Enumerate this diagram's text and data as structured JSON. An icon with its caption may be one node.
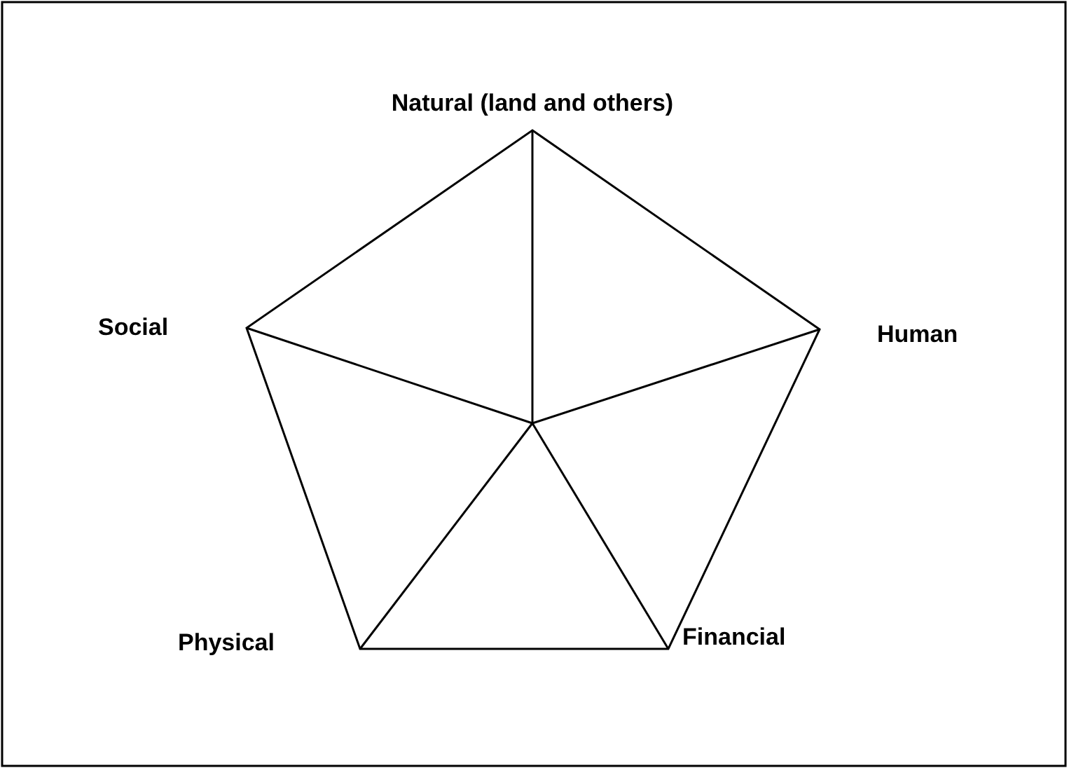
{
  "diagram": {
    "labels": [
      "Natural (land and others)",
      "Social",
      "Human",
      "Physical",
      "Financial"
    ]
  }
}
